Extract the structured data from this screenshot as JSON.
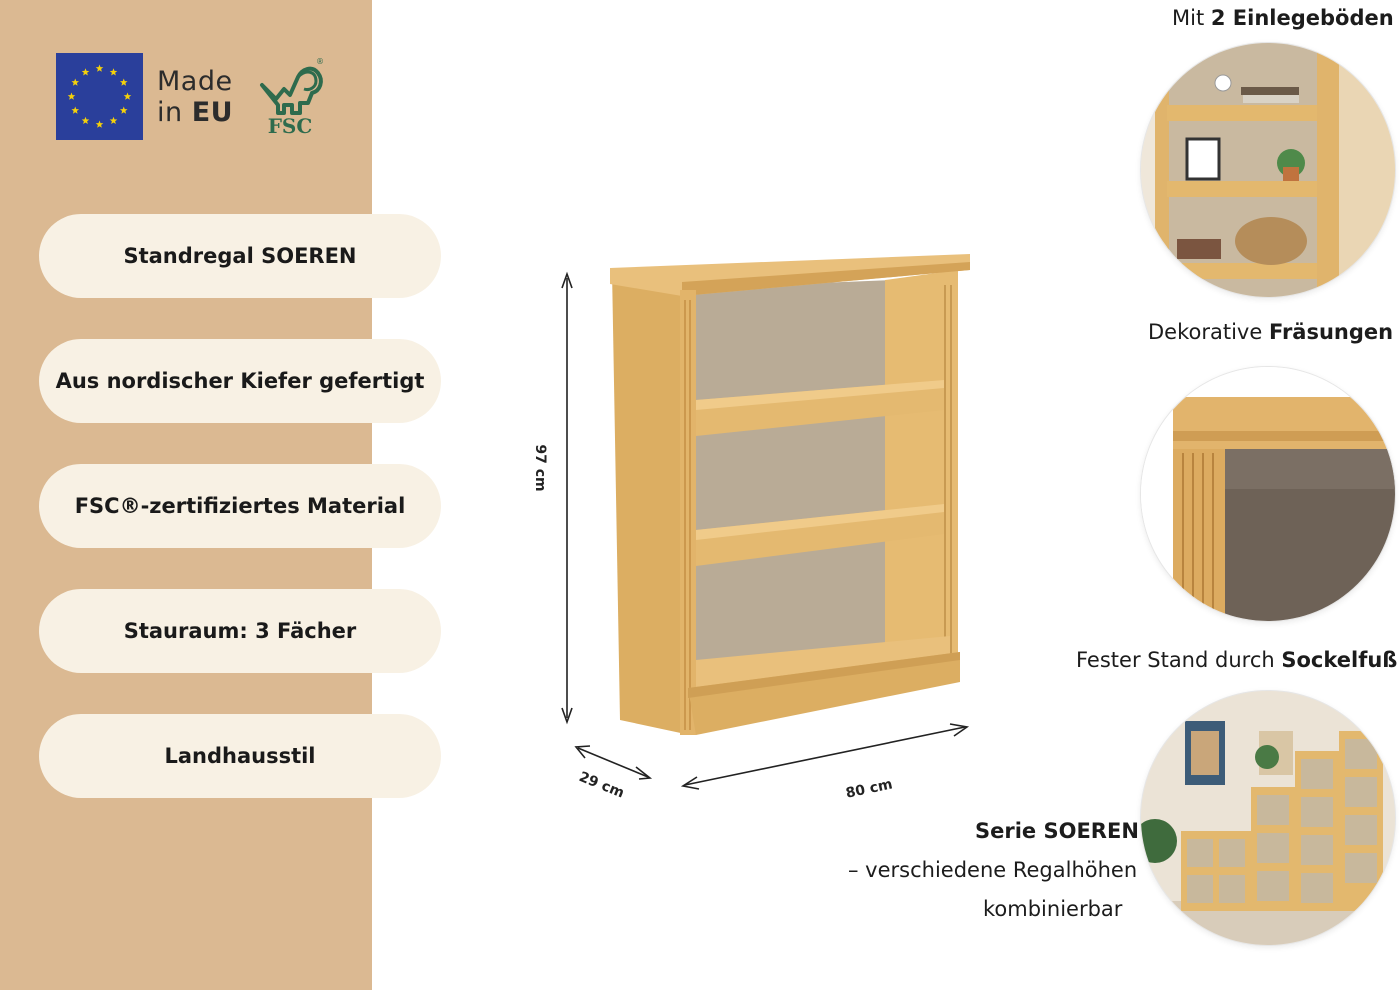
{
  "badges": {
    "made_line1": "Made",
    "made_line2_prefix": "in ",
    "made_line2_bold": "EU",
    "fsc_text": "FSC",
    "registered_mark": "®"
  },
  "features": [
    "Standregal SOEREN",
    "Aus nordischer Kiefer gefertigt",
    "FSC®-zertifiziertes Material",
    "Stauraum: 3 Fächer",
    "Landhausstil"
  ],
  "dimensions": {
    "height": "97 cm",
    "depth": "29 cm",
    "width": "80 cm"
  },
  "details": {
    "shelves": {
      "prefix": "Mit ",
      "bold": "2 Einlegeböden"
    },
    "milling": {
      "prefix": "Dekorative ",
      "bold": "Fräsungen"
    },
    "base": {
      "prefix": "Fester Stand durch ",
      "bold": "Sockelfuß"
    },
    "series": {
      "title": "Serie SOEREN",
      "line2": "– verschiedene Regalhöhen",
      "line3": "kombinierbar"
    }
  },
  "colors": {
    "panel": "#dbb992",
    "pill": "#f8f1e4",
    "pine": "#e4b970",
    "back_panel": "#b9ab96",
    "eu_blue": "#2a3f9b",
    "eu_star": "#f5d10a",
    "fsc_green": "#2e6b4d"
  }
}
